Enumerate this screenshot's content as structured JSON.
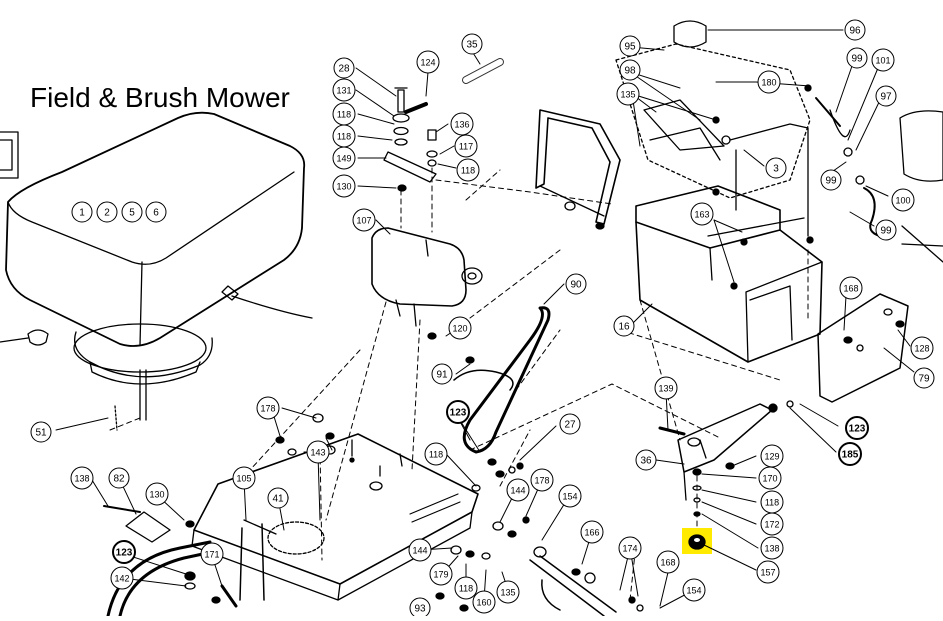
{
  "diagram": {
    "title": "Field & Brush Mower",
    "highlight_color": "#ffea00",
    "line_color": "#000000",
    "callouts": [
      {
        "id": "c96",
        "label": "96"
      },
      {
        "id": "c95",
        "label": "95"
      },
      {
        "id": "c98",
        "label": "98"
      },
      {
        "id": "c135a",
        "label": "135"
      },
      {
        "id": "c180",
        "label": "180"
      },
      {
        "id": "c99a",
        "label": "99"
      },
      {
        "id": "c101",
        "label": "101"
      },
      {
        "id": "c97",
        "label": "97"
      },
      {
        "id": "c3",
        "label": "3"
      },
      {
        "id": "c99b",
        "label": "99"
      },
      {
        "id": "c100",
        "label": "100"
      },
      {
        "id": "c99c",
        "label": "99"
      },
      {
        "id": "c163",
        "label": "163"
      },
      {
        "id": "c168a",
        "label": "168"
      },
      {
        "id": "c128",
        "label": "128"
      },
      {
        "id": "c79",
        "label": "79"
      },
      {
        "id": "c16",
        "label": "16"
      },
      {
        "id": "c28",
        "label": "28"
      },
      {
        "id": "c124",
        "label": "124"
      },
      {
        "id": "c35",
        "label": "35"
      },
      {
        "id": "c131",
        "label": "131"
      },
      {
        "id": "c118a",
        "label": "118"
      },
      {
        "id": "c136",
        "label": "136"
      },
      {
        "id": "c118b",
        "label": "118"
      },
      {
        "id": "c117",
        "label": "117"
      },
      {
        "id": "c149",
        "label": "149"
      },
      {
        "id": "c118c",
        "label": "118"
      },
      {
        "id": "c130a",
        "label": "130"
      },
      {
        "id": "c107",
        "label": "107"
      },
      {
        "id": "c90",
        "label": "90"
      },
      {
        "id": "c120",
        "label": "120"
      },
      {
        "id": "c91",
        "label": "91"
      },
      {
        "id": "c1",
        "label": "1"
      },
      {
        "id": "c2",
        "label": "2"
      },
      {
        "id": "c5",
        "label": "5"
      },
      {
        "id": "c6",
        "label": "6"
      },
      {
        "id": "c51",
        "label": "51"
      },
      {
        "id": "c178a",
        "label": "178"
      },
      {
        "id": "c143",
        "label": "143"
      },
      {
        "id": "c123a",
        "label": "123"
      },
      {
        "id": "c27",
        "label": "27"
      },
      {
        "id": "c118d",
        "label": "118"
      },
      {
        "id": "c139",
        "label": "139"
      },
      {
        "id": "c36",
        "label": "36"
      },
      {
        "id": "c123b",
        "label": "123"
      },
      {
        "id": "c185",
        "label": "185"
      },
      {
        "id": "c129",
        "label": "129"
      },
      {
        "id": "c170",
        "label": "170"
      },
      {
        "id": "c118e",
        "label": "118"
      },
      {
        "id": "c172",
        "label": "172"
      },
      {
        "id": "c138a",
        "label": "138"
      },
      {
        "id": "c157",
        "label": "157"
      },
      {
        "id": "c138b",
        "label": "138"
      },
      {
        "id": "c82",
        "label": "82"
      },
      {
        "id": "c130b",
        "label": "130"
      },
      {
        "id": "c105",
        "label": "105"
      },
      {
        "id": "c41",
        "label": "41"
      },
      {
        "id": "c144a",
        "label": "144"
      },
      {
        "id": "c178b",
        "label": "178"
      },
      {
        "id": "c154a",
        "label": "154"
      },
      {
        "id": "c166",
        "label": "166"
      },
      {
        "id": "c174",
        "label": "174"
      },
      {
        "id": "c168b",
        "label": "168"
      },
      {
        "id": "c154b",
        "label": "154"
      },
      {
        "id": "c123c",
        "label": "123"
      },
      {
        "id": "c171",
        "label": "171"
      },
      {
        "id": "c142",
        "label": "142"
      },
      {
        "id": "c144b",
        "label": "144"
      },
      {
        "id": "c179",
        "label": "179"
      },
      {
        "id": "c118f",
        "label": "118"
      },
      {
        "id": "c160",
        "label": "160"
      },
      {
        "id": "c135b",
        "label": "135"
      },
      {
        "id": "c93",
        "label": "93"
      }
    ]
  }
}
